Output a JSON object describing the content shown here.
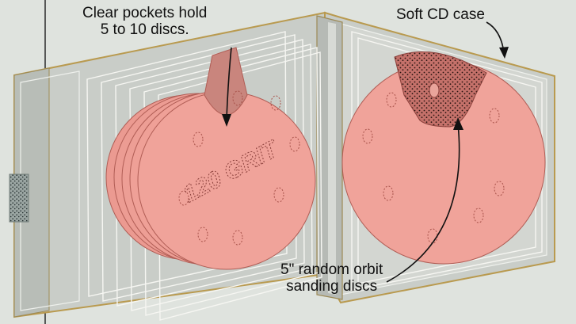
{
  "callouts": {
    "pockets": "Clear pockets hold\n5 to 10 discs.",
    "case": "Soft CD case",
    "discs": "5\" random orbit\nsanding discs"
  },
  "disc_print": "120 GRIT",
  "colors": {
    "background": "#dfe3de",
    "case_fill": "#c9cdc8",
    "case_edge": "#b99a4f",
    "pocket_line": "#f6f6f2",
    "disc_fill": "#f0a39a",
    "disc_edge": "#b05d55",
    "abrasive": "#c77f78",
    "leader": "#111111"
  }
}
